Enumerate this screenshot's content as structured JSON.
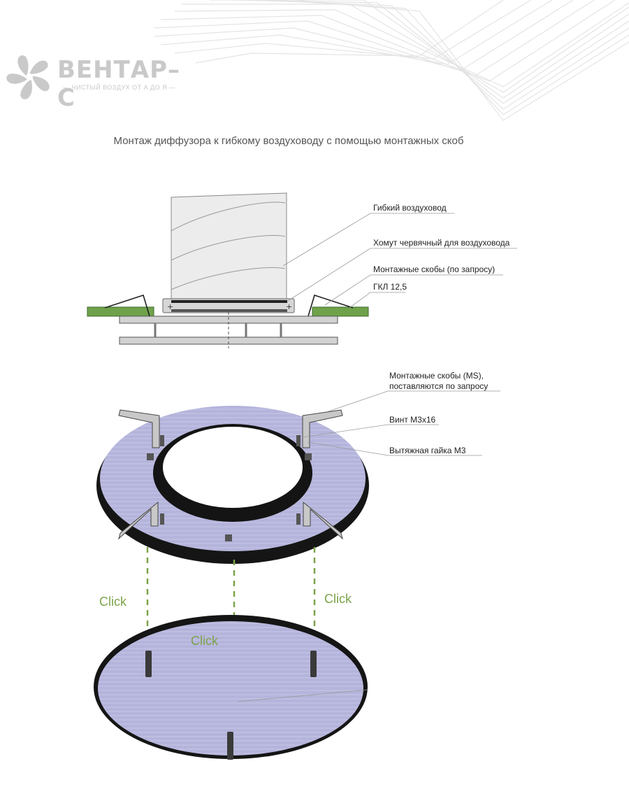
{
  "brand": {
    "name": "ВЕНТАР–С",
    "tagline": "— ЧИСТЫЙ ВОЗДУХ ОТ А ДО Я —",
    "logo_icon": "fan-icon",
    "logo_color": "#c9c9c9"
  },
  "title": "Монтаж диффузора к гибкому воздуховоду с помощью монтажных скоб",
  "section_view": {
    "labels": [
      "Гибкий воздуховод",
      "Хомут червячный для воздуховода",
      "Монтажные скобы (по запросу)",
      "ГКЛ 12,5"
    ]
  },
  "assembly_view": {
    "label_ms_line1": "Монтажные скобы (MS),",
    "label_ms_line2": "поставляются по запросу",
    "label_screw": "Винт М3х16",
    "label_nut": "Вытяжная гайка М3",
    "click_labels": [
      "Click",
      "Click",
      "Click"
    ]
  },
  "colors": {
    "drywall": "#6fa24a",
    "plate": "#b4b4dc",
    "plate_edge": "#1a1a1a",
    "click": "#7da34a",
    "leader": "#9a9a9a"
  }
}
